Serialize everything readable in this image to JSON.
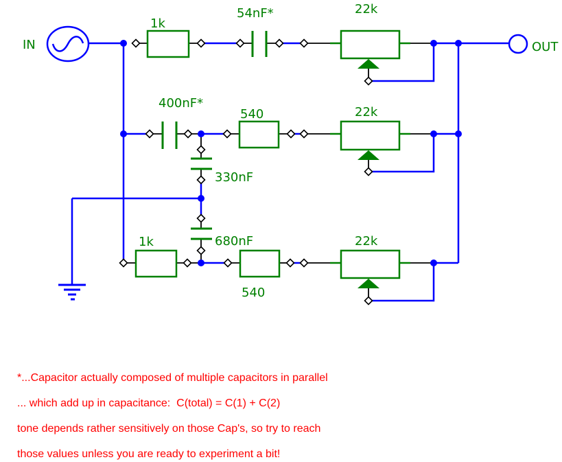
{
  "colors": {
    "wire": "#0000ff",
    "component": "#008000",
    "notes_text": "#ff0000",
    "pin_outline": "#000000",
    "background": "#ffffff"
  },
  "schematic": {
    "in_label": "IN",
    "out_label": "OUT",
    "top_row": {
      "r1": "1k",
      "c1": "54nF*",
      "pot1": "22k"
    },
    "mid_row": {
      "c2": "400nF*",
      "r2": "540",
      "pot2": "22k"
    },
    "shunt": {
      "c3": "330nF",
      "c4": "680nF"
    },
    "bottom_row": {
      "r3": "1k",
      "r4": "540",
      "pot3": "22k"
    }
  },
  "notes": [
    "*...Capacitor actually composed of multiple capacitors in parallel",
    "... which add up in capacitance:  C(total) = C(1) + C(2)",
    "tone depends rather sensitively on those Cap's, so try to reach",
    "those values unless you are ready to experiment a bit!"
  ]
}
